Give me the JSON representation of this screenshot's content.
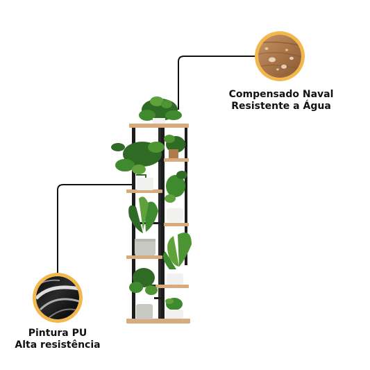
{
  "colors": {
    "accent_ring": "#f2b84b",
    "frame": "#1c1c1c",
    "wood": "#d6ab7e",
    "leaf_dark": "#2f6b25",
    "leaf_light": "#5fa13a",
    "pot_white": "#f1f1ef",
    "pot_grey": "#c9c9c4"
  },
  "callouts": [
    {
      "id": "compensado",
      "icon": "water-droplets-wood-icon",
      "line1": "Compensado Naval",
      "line2": "Resistente a Água"
    },
    {
      "id": "pintura",
      "icon": "glossy-paint-icon",
      "line1": "Pintura PU",
      "line2": "Alta resistência"
    }
  ]
}
